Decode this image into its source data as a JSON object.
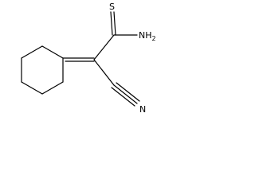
{
  "molecule": {
    "atoms": {
      "sulfur": "S",
      "amine": "NH",
      "amine_subscript": "2",
      "nitrogen": "N"
    },
    "bond_color": "#000000"
  }
}
